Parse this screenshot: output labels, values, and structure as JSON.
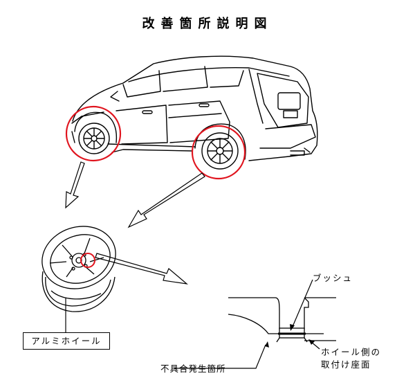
{
  "title": "改善箇所説明図",
  "labels": {
    "aluminum_wheel": "アルミホイール",
    "bush": "ブッシュ",
    "wheel_seat_line1": "ホイール側の",
    "wheel_seat_line2": "取付け座面",
    "defect_location": "不具合発生箇所"
  },
  "colors": {
    "highlight_circle": "#e0141e",
    "line": "#000000"
  }
}
